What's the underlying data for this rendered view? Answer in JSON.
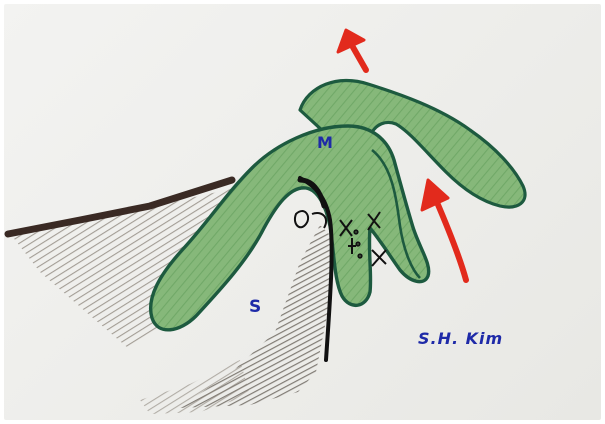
{
  "diagram": {
    "labels": {
      "m": "M",
      "s": "S"
    },
    "signature": "S.H. Kim",
    "colors": {
      "flap_fill": "#7fb072",
      "flap_outline": "#1d5a3f",
      "arrow": "#e22a1c",
      "ink": "#1e2aa8",
      "shading": "#8a8278",
      "line": "#3a2a24"
    }
  }
}
